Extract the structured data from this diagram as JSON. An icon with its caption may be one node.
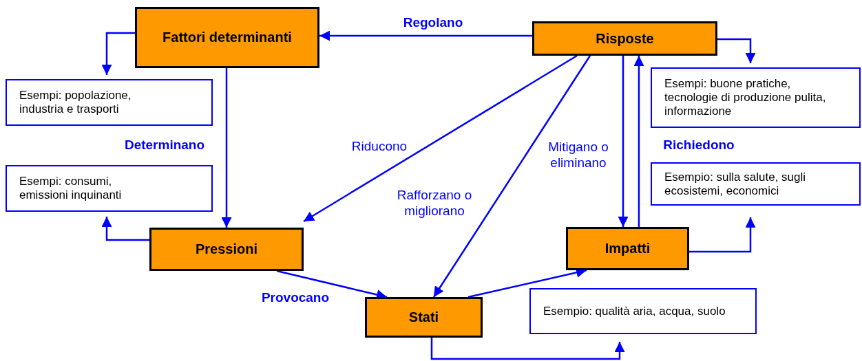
{
  "diagram": {
    "nodes": [
      {
        "text": [
          "Fattori determinanti"
        ]
      },
      {
        "text": [
          "Risposte"
        ]
      },
      {
        "text": [
          "Esempi: popolazione, industria e trasporti"
        ]
      },
      {
        "text": [
          "Esempi: buone pratiche, tecnologie di produzione pulita, informazione"
        ]
      },
      {
        "text": [
          "Esempi: consumi, emissioni inquinanti"
        ]
      },
      {
        "text": [
          "Esempio: sulla salute, sugli ecosistemi, economici"
        ]
      },
      {
        "text": [
          "Pressioni"
        ]
      },
      {
        "text": [
          "Impatti"
        ]
      },
      {
        "text": [
          "Stati"
        ]
      },
      {
        "text": [
          "Esempio: qualità aria, acqua, suolo"
        ]
      }
    ],
    "edges": [
      {
        "from": 1,
        "to": 0,
        "arrow": "to",
        "label": "Regolano"
      },
      {
        "from": 0,
        "to": 2,
        "arrow": "to"
      },
      {
        "from": 0,
        "to": 6,
        "arrow": "to",
        "label": "Determinano"
      },
      {
        "from": 1,
        "to": 6,
        "arrow": "to",
        "label": "Riducono"
      },
      {
        "from": 1,
        "to": 8,
        "arrow": "to",
        "label": "Rafforzano o migliorano"
      },
      {
        "from": 1,
        "to": 7,
        "arrow": "to",
        "label": "Mitigano o eliminano"
      },
      {
        "from": 7,
        "to": 1,
        "arrow": "to",
        "label": "Richiedono"
      },
      {
        "from": 1,
        "to": 3,
        "arrow": "to"
      },
      {
        "from": 6,
        "to": 4,
        "arrow": "to"
      },
      {
        "from": 6,
        "to": 8,
        "arrow": "to",
        "label": "Provocano"
      },
      {
        "from": 8,
        "to": 7,
        "arrow": "to"
      },
      {
        "from": 7,
        "to": 5,
        "arrow": "to"
      },
      {
        "from": 8,
        "to": 9,
        "arrow": "to"
      }
    ]
  }
}
